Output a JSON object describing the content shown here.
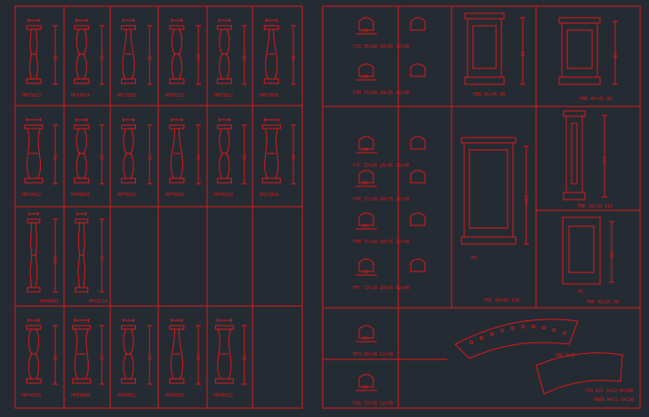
{
  "colors": {
    "background": "#252b33",
    "line": "#e01818",
    "divider": "#c01010"
  },
  "left_sheet": {
    "row1": [
      "HPX5013",
      "HPX3014",
      "HPC3015",
      "HPX3115",
      "HPX3012",
      "HPF2010"
    ],
    "row1_dims": [
      "35",
      "95",
      "90",
      "83",
      "90",
      "36"
    ],
    "row2": [
      "HPX3012",
      "HPV8003",
      "HPF3012",
      "HPF3010",
      "HPX5013",
      "HPL5014"
    ],
    "row2_dims": [
      "76",
      "58",
      "70",
      "78",
      "90",
      "98"
    ],
    "row3": [
      "HPX8002",
      "HPX3210"
    ],
    "row3_dims": [
      "130",
      "75"
    ],
    "row5": [
      "HPX4230",
      "HPK3008",
      "HPK3011",
      "HPG6012",
      "HPG6012"
    ],
    "row5_dims": [
      "65",
      "82",
      "63",
      "68",
      "90"
    ]
  },
  "right_sheet": {
    "rail_labels": [
      "FJS  35×30  18×35  32×30",
      "FJB  72×28  18×35  32×30",
      "FJC  72×28  18×35  32×38",
      "FPX  72×28  18×35  32×38",
      "FPB  72×28  18×35  32×38",
      "FPC  72×28  18×35  32×38",
      "FP3  28×28  12×38",
      "FGS  72×28  12×38"
    ],
    "rail_dims": [
      "24",
      "24",
      "24",
      "25",
      "25",
      "25",
      "25",
      "32"
    ],
    "pillars": [
      "FBB  45×45  90",
      "FBB  45×45  90",
      "FBC  60×60  130",
      "FBD  20×20  115",
      "FBE  45×25  90"
    ],
    "pillar_dims": [
      "90",
      "90",
      "130",
      "115",
      "90"
    ],
    "pillar_widths": [
      "45",
      "45",
      "60",
      "20",
      "45"
    ],
    "arc_labels": [
      "YRC  6×3",
      "YSS  P2C  X=12  R=180",
      "PRBX  R=12  X=130"
    ]
  }
}
